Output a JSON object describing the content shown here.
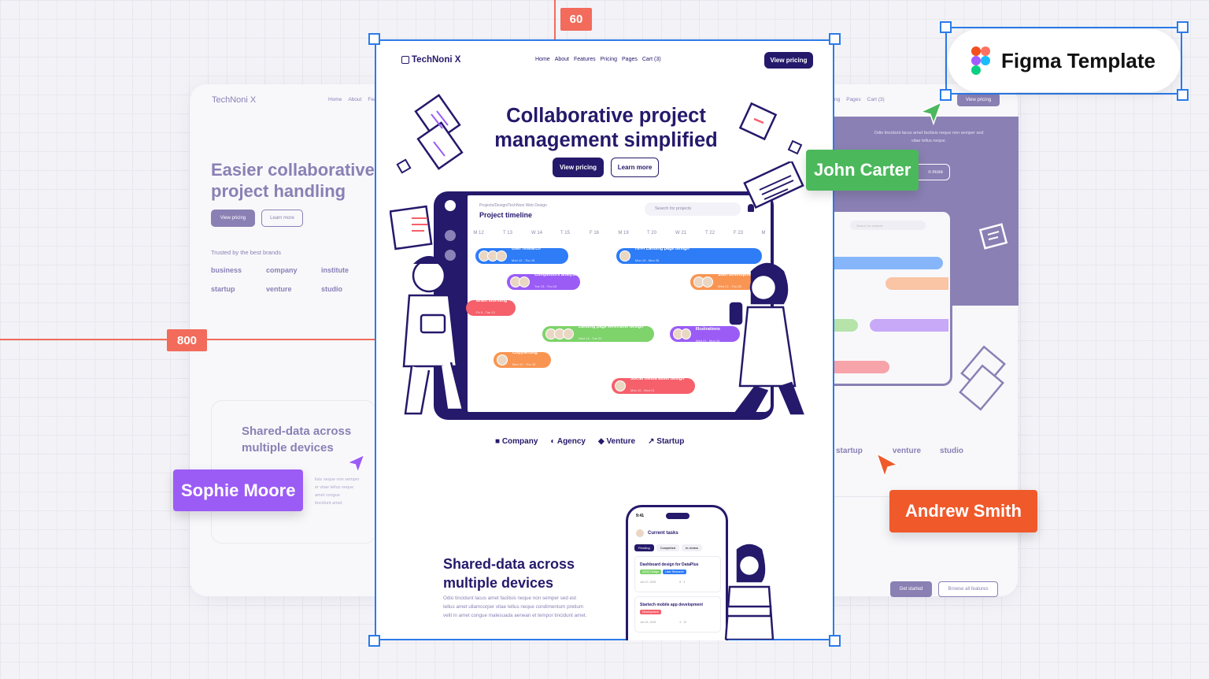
{
  "markers": {
    "top": "60",
    "left": "800"
  },
  "figma_badge": {
    "label": "Figma Template"
  },
  "cursors": [
    {
      "name": "John Carter",
      "color": "#4cb85c"
    },
    {
      "name": "Sophie Moore",
      "color": "#9b5cf5"
    },
    {
      "name": "Andrew Smith",
      "color": "#f0592a"
    }
  ],
  "colors": {
    "accent": "#25196b",
    "selection": "#2b7be8",
    "blue": "#2e7cf6",
    "purple": "#9a5cf5",
    "orange": "#f99552",
    "red": "#f5606b",
    "green": "#7ed36b"
  },
  "brand": "TechNoni X",
  "nav": [
    "Home",
    "About",
    "Features",
    "Pricing",
    "Pages",
    "Cart (3)"
  ],
  "nav_cta": "View pricing",
  "hero": {
    "title_line1": "Collaborative project",
    "title_line2": "management simplified",
    "primary": "View pricing",
    "secondary": "Learn more"
  },
  "timeline": {
    "breadcrumb": "Projects/Design/TechNoni Web Design",
    "title": "Project timeline",
    "search_placeholder": "Search for projects",
    "columns": [
      "M 12",
      "T 13",
      "W 14",
      "T 15",
      "F 16",
      "M 19",
      "T 20",
      "W 21",
      "T 22",
      "F 23",
      "M"
    ],
    "tasks": [
      {
        "name": "User research",
        "dates": "Mon 12 - Thu 15",
        "color": "#2e7cf6"
      },
      {
        "name": "Hi-Fi Landing page design",
        "dates": "Mon 19 - Mon 26",
        "color": "#2e7cf6"
      },
      {
        "name": "Competitors analysis",
        "dates": "Tue 13 - Thu 15",
        "color": "#9a5cf5"
      },
      {
        "name": "Start development",
        "dates": "Wed 21 - Thu 28",
        "color": "#f99552"
      },
      {
        "name": "Brain storming",
        "dates": "Fri 9 - Tue 12",
        "color": "#f5606b"
      },
      {
        "name": "Landing page wireframe design",
        "dates": "Wed 14 - Tue 20",
        "color": "#7ed36b"
      },
      {
        "name": "Graphics & Illustrations",
        "dates": "Wed 21 - Mon 24",
        "color": "#9a5cf5"
      },
      {
        "name": "Copywriting",
        "dates": "Mon 12 - Thu 15",
        "color": "#f99552"
      },
      {
        "name": "Social media asset design",
        "dates": "Mon 19 - Wed 21",
        "color": "#f5606b"
      }
    ]
  },
  "brands_center": [
    "Company",
    "Agency",
    "Venture",
    "Startup"
  ],
  "shared": {
    "title_line1": "Shared-data across",
    "title_line2": "multiple devices",
    "body": "Odio tincidunt lacus amet facilisis neque non semper sed est tellus amet ullamcorper vitae tellus neque condimentum pretium velit in amet congue malesuada aenean et tempor tincidunt amet."
  },
  "phone": {
    "time": "9:41",
    "title": "Current tasks",
    "filters": [
      "Pending",
      "Completed",
      "In review"
    ],
    "cards": [
      {
        "title": "Dashboard design for DataPlus",
        "tags": [
          "UI/UX Design",
          "User Research"
        ],
        "date": "Jan 10, 2025",
        "links": "8",
        "comments": "4"
      },
      {
        "title": "Startech mobile app development",
        "tags": [
          "Development"
        ],
        "date": "Jan 15, 2025",
        "links": "4",
        "comments": "12"
      }
    ]
  },
  "left_card": {
    "brand": "TechNoni X",
    "nav": [
      "Home",
      "About",
      "Fea"
    ],
    "title_line1": "Easier collaborative",
    "title_line2": "project handling",
    "primary": "View pricing",
    "secondary": "Learn more",
    "trusted": "Trusted by the best brands",
    "brands": [
      "business",
      "company",
      "institute",
      "startup",
      "venture",
      "studio"
    ],
    "shared_line1": "Shared-data across",
    "shared_line2": "multiple devices",
    "body": [
      "lisis neque non semper",
      "er vitae tellus neque",
      "amet congue",
      "tincidunt amet."
    ]
  },
  "right_card": {
    "nav": [
      "ng",
      "Pages",
      "Cart (3)"
    ],
    "cta": "View pricing",
    "hero_text_1": "Odio tincidunt lacus amet facilisis neque non semper sed",
    "hero_text_2": "vitae tellus neque.",
    "learn": "n more",
    "search_placeholder": "Search for projects",
    "brands": [
      "startup",
      "venture",
      "studio"
    ],
    "get_started": "Get started",
    "browse": "Browse all features"
  }
}
